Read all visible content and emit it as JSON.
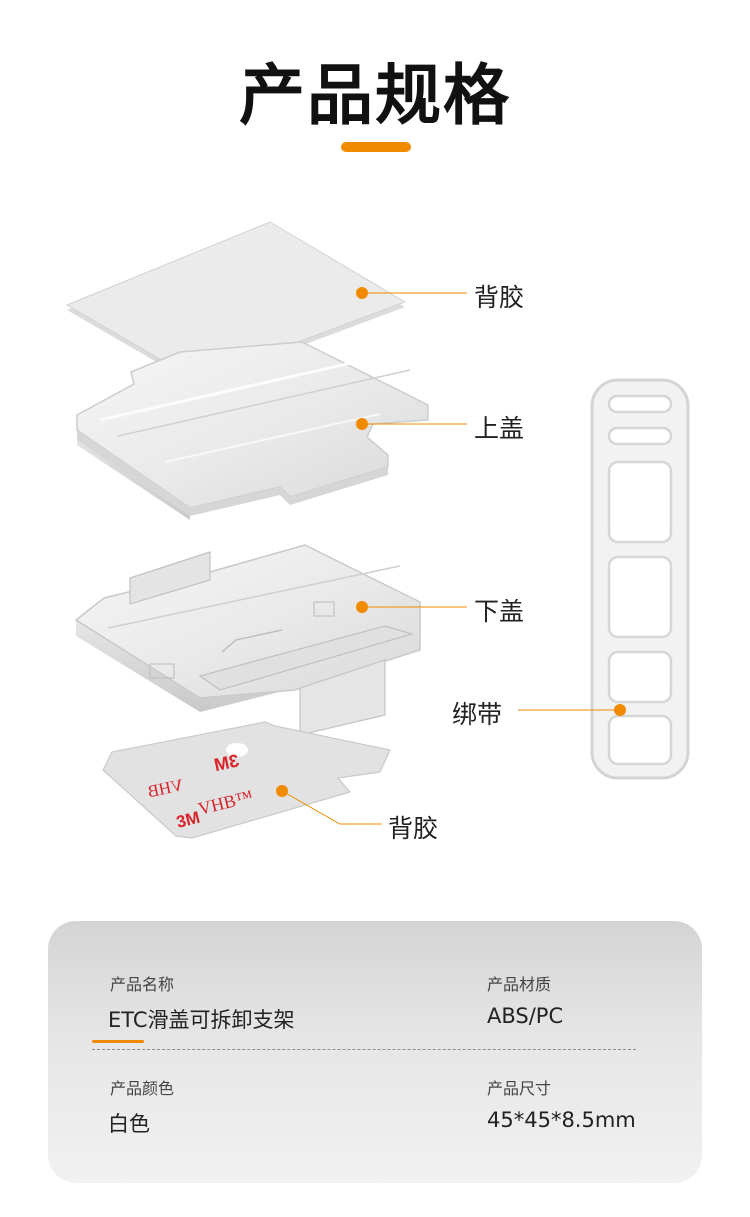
{
  "title": "产品规格",
  "colors": {
    "accent": "#f08a00",
    "card": "#e3e3e3",
    "text": "#222222"
  },
  "labels": {
    "back_adhesive_top": "背胶",
    "upper_cover": "上盖",
    "lower_cover": "下盖",
    "strap": "绑带",
    "back_adhesive_bottom": "背胶"
  },
  "tape_print": {
    "brand_a": "3M",
    "product_a": "VHB",
    "product_b": "VHB™",
    "brand_b": "3M"
  },
  "specs": [
    {
      "key": "产品名称",
      "value": "ETC滑盖可拆卸支架"
    },
    {
      "key": "产品材质",
      "value": "ABS/PC"
    },
    {
      "key": "产品颜色",
      "value": "白色"
    },
    {
      "key": "产品尺寸",
      "value": "45*45*8.5mm"
    }
  ]
}
